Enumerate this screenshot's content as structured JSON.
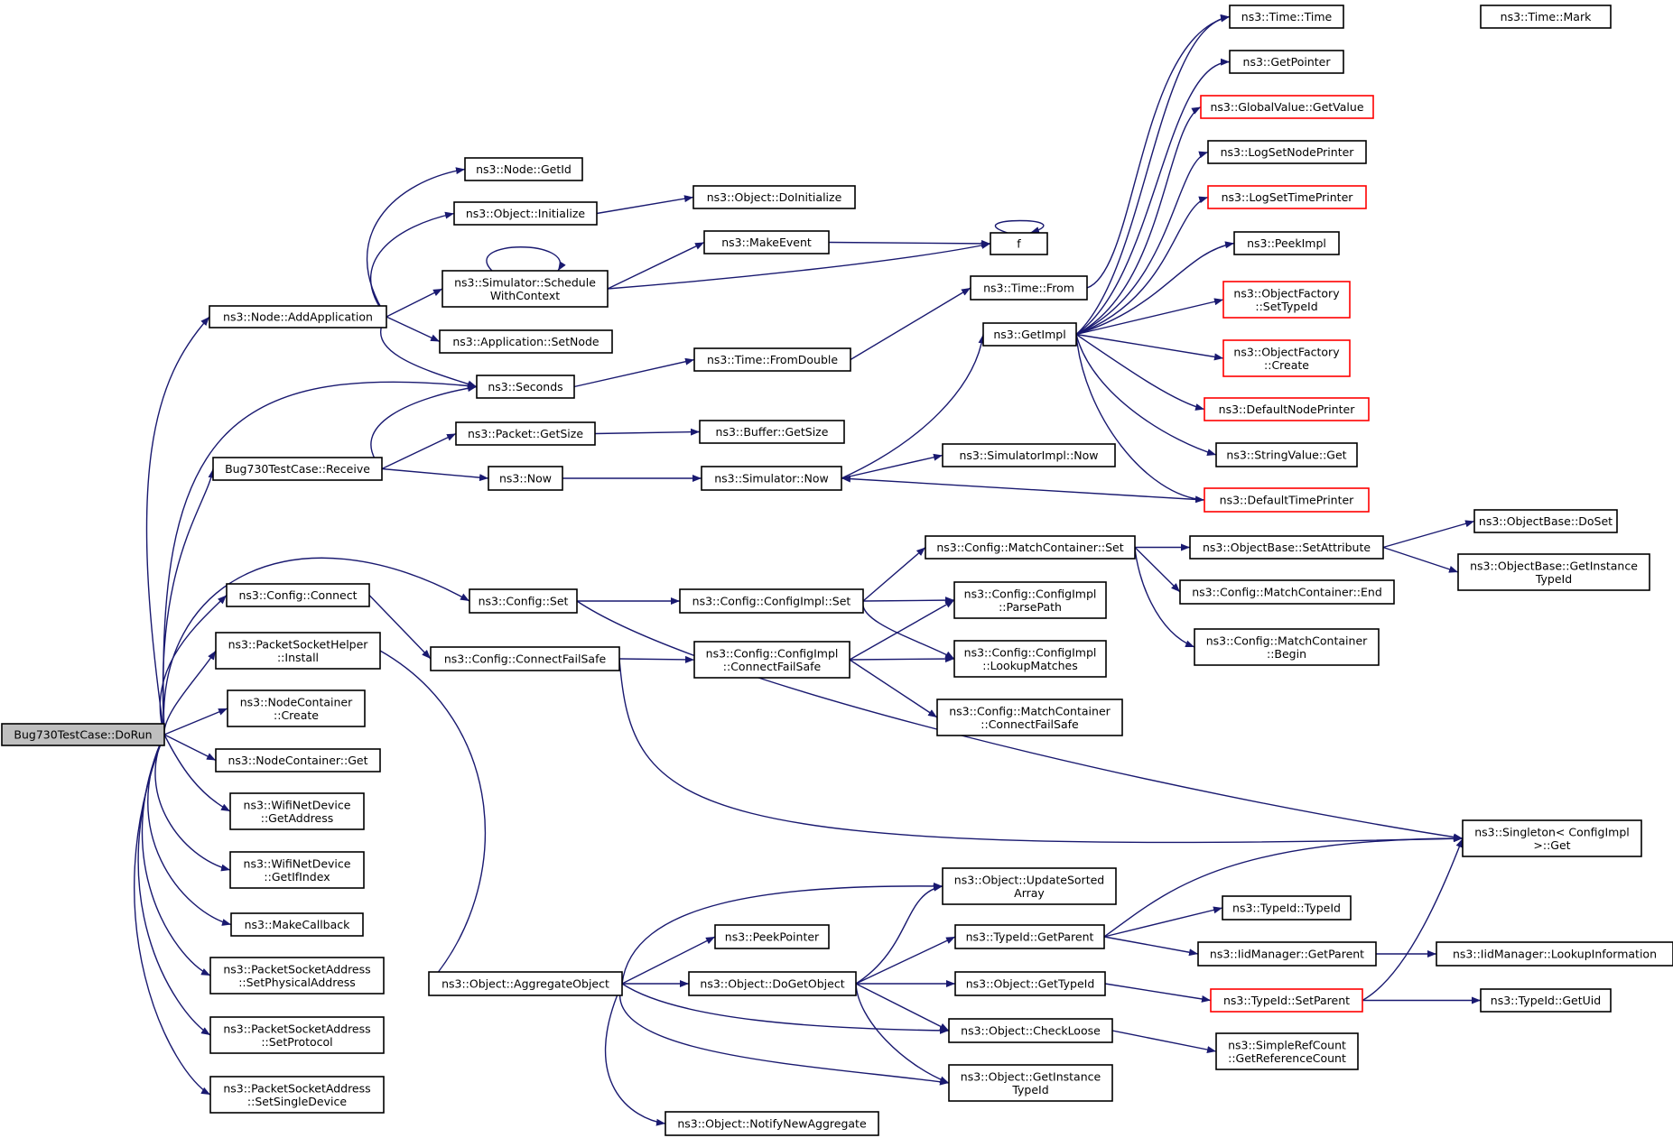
{
  "graph": {
    "edge_color": "#191970",
    "nodes": [
      {
        "id": "root",
        "lines": [
          "Bug730TestCase::DoRun"
        ],
        "style": "root"
      },
      {
        "id": "addapp",
        "lines": [
          "ns3::Node::AddApplication"
        ]
      },
      {
        "id": "receive",
        "lines": [
          "Bug730TestCase::Receive"
        ]
      },
      {
        "id": "cfgset",
        "lines": [
          "ns3::Config::Set"
        ]
      },
      {
        "id": "cfgconnect",
        "lines": [
          "ns3::Config::Connect"
        ]
      },
      {
        "id": "psh",
        "lines": [
          "ns3::PacketSocketHelper",
          "::Install"
        ]
      },
      {
        "id": "nccreate",
        "lines": [
          "ns3::NodeContainer",
          "::Create"
        ]
      },
      {
        "id": "ncget",
        "lines": [
          "ns3::NodeContainer::Get"
        ]
      },
      {
        "id": "wifiaddr",
        "lines": [
          "ns3::WifiNetDevice",
          "::GetAddress"
        ]
      },
      {
        "id": "wifiif",
        "lines": [
          "ns3::WifiNetDevice",
          "::GetIfIndex"
        ]
      },
      {
        "id": "makecb",
        "lines": [
          "ns3::MakeCallback"
        ]
      },
      {
        "id": "psaphys",
        "lines": [
          "ns3::PacketSocketAddress",
          "::SetPhysicalAddress"
        ]
      },
      {
        "id": "psaproto",
        "lines": [
          "ns3::PacketSocketAddress",
          "::SetProtocol"
        ]
      },
      {
        "id": "psasingle",
        "lines": [
          "ns3::PacketSocketAddress",
          "::SetSingleDevice"
        ]
      },
      {
        "id": "nodegetid",
        "lines": [
          "ns3::Node::GetId"
        ]
      },
      {
        "id": "objinit",
        "lines": [
          "ns3::Object::Initialize"
        ]
      },
      {
        "id": "schedctx",
        "lines": [
          "ns3::Simulator::Schedule",
          "WithContext"
        ]
      },
      {
        "id": "appsetnode",
        "lines": [
          "ns3::Application::SetNode"
        ]
      },
      {
        "id": "seconds",
        "lines": [
          "ns3::Seconds"
        ]
      },
      {
        "id": "pktgetsize",
        "lines": [
          "ns3::Packet::GetSize"
        ]
      },
      {
        "id": "now",
        "lines": [
          "ns3::Now"
        ]
      },
      {
        "id": "cfgconnfs",
        "lines": [
          "ns3::Config::ConnectFailSafe"
        ]
      },
      {
        "id": "aggobj",
        "lines": [
          "ns3::Object::AggregateObject"
        ]
      },
      {
        "id": "objdoinit",
        "lines": [
          "ns3::Object::DoInitialize"
        ]
      },
      {
        "id": "makeevent",
        "lines": [
          "ns3::MakeEvent"
        ]
      },
      {
        "id": "timefromdouble",
        "lines": [
          "ns3::Time::FromDouble"
        ]
      },
      {
        "id": "bufgetsize",
        "lines": [
          "ns3::Buffer::GetSize"
        ]
      },
      {
        "id": "simnow",
        "lines": [
          "ns3::Simulator::Now"
        ]
      },
      {
        "id": "cfgimplset",
        "lines": [
          "ns3::Config::ConfigImpl::Set"
        ]
      },
      {
        "id": "cfgimplcfs",
        "lines": [
          "ns3::Config::ConfigImpl",
          "::ConnectFailSafe"
        ]
      },
      {
        "id": "peekptr",
        "lines": [
          "ns3::PeekPointer"
        ]
      },
      {
        "id": "dogetobj",
        "lines": [
          "ns3::Object::DoGetObject"
        ]
      },
      {
        "id": "notifyagg",
        "lines": [
          "ns3::Object::NotifyNewAggregate"
        ]
      },
      {
        "id": "f",
        "lines": [
          "f"
        ]
      },
      {
        "id": "timefrom",
        "lines": [
          "ns3::Time::From"
        ]
      },
      {
        "id": "getimpl",
        "lines": [
          "ns3::GetImpl"
        ]
      },
      {
        "id": "simimplnow",
        "lines": [
          "ns3::SimulatorImpl::Now"
        ]
      },
      {
        "id": "mcset",
        "lines": [
          "ns3::Config::MatchContainer::Set"
        ]
      },
      {
        "id": "parsepath",
        "lines": [
          "ns3::Config::ConfigImpl",
          "::ParsePath"
        ]
      },
      {
        "id": "lookupmatches",
        "lines": [
          "ns3::Config::ConfigImpl",
          "::LookupMatches"
        ]
      },
      {
        "id": "mccfs",
        "lines": [
          "ns3::Config::MatchContainer",
          "::ConnectFailSafe"
        ]
      },
      {
        "id": "updsorted",
        "lines": [
          "ns3::Object::UpdateSorted",
          "Array"
        ]
      },
      {
        "id": "tidgetparent",
        "lines": [
          "ns3::TypeId::GetParent"
        ]
      },
      {
        "id": "objgettypeid",
        "lines": [
          "ns3::Object::GetTypeId"
        ]
      },
      {
        "id": "checkloose",
        "lines": [
          "ns3::Object::CheckLoose"
        ]
      },
      {
        "id": "objgetinst",
        "lines": [
          "ns3::Object::GetInstance",
          "TypeId"
        ]
      },
      {
        "id": "timetime",
        "lines": [
          "ns3::Time::Time"
        ]
      },
      {
        "id": "getpointer",
        "lines": [
          "ns3::GetPointer"
        ]
      },
      {
        "id": "gvgetvalue",
        "lines": [
          "ns3::GlobalValue::GetValue"
        ],
        "style": "red"
      },
      {
        "id": "lognodeprinter",
        "lines": [
          "ns3::LogSetNodePrinter"
        ]
      },
      {
        "id": "logtimeprinter",
        "lines": [
          "ns3::LogSetTimePrinter"
        ],
        "style": "red"
      },
      {
        "id": "peekimpl",
        "lines": [
          "ns3::PeekImpl"
        ]
      },
      {
        "id": "ofsettypeid",
        "lines": [
          "ns3::ObjectFactory",
          "::SetTypeId"
        ],
        "style": "red"
      },
      {
        "id": "ofcreate",
        "lines": [
          "ns3::ObjectFactory",
          "::Create"
        ],
        "style": "red"
      },
      {
        "id": "defnodeprinter",
        "lines": [
          "ns3::DefaultNodePrinter"
        ],
        "style": "red"
      },
      {
        "id": "strvalget",
        "lines": [
          "ns3::StringValue::Get"
        ]
      },
      {
        "id": "deftimeprinter",
        "lines": [
          "ns3::DefaultTimePrinter"
        ],
        "style": "red"
      },
      {
        "id": "obsetattr",
        "lines": [
          "ns3::ObjectBase::SetAttribute"
        ]
      },
      {
        "id": "mcend",
        "lines": [
          "ns3::Config::MatchContainer::End"
        ]
      },
      {
        "id": "mcbegin",
        "lines": [
          "ns3::Config::MatchContainer",
          "::Begin"
        ]
      },
      {
        "id": "tidtypeid",
        "lines": [
          "ns3::TypeId::TypeId"
        ]
      },
      {
        "id": "iidgetparent",
        "lines": [
          "ns3::IidManager::GetParent"
        ]
      },
      {
        "id": "tidsetparent",
        "lines": [
          "ns3::TypeId::SetParent"
        ],
        "style": "red"
      },
      {
        "id": "srcgetref",
        "lines": [
          "ns3::SimpleRefCount",
          "::GetReferenceCount"
        ]
      },
      {
        "id": "timemark",
        "lines": [
          "ns3::Time::Mark"
        ]
      },
      {
        "id": "obdoset",
        "lines": [
          "ns3::ObjectBase::DoSet"
        ]
      },
      {
        "id": "obgetinst",
        "lines": [
          "ns3::ObjectBase::GetInstance",
          "TypeId"
        ]
      },
      {
        "id": "singleton",
        "lines": [
          "ns3::Singleton< ConfigImpl",
          ">::Get"
        ]
      },
      {
        "id": "iidlookup",
        "lines": [
          "ns3::IidManager::LookupInformation"
        ]
      },
      {
        "id": "tidgetuid",
        "lines": [
          "ns3::TypeId::GetUid"
        ]
      }
    ]
  }
}
